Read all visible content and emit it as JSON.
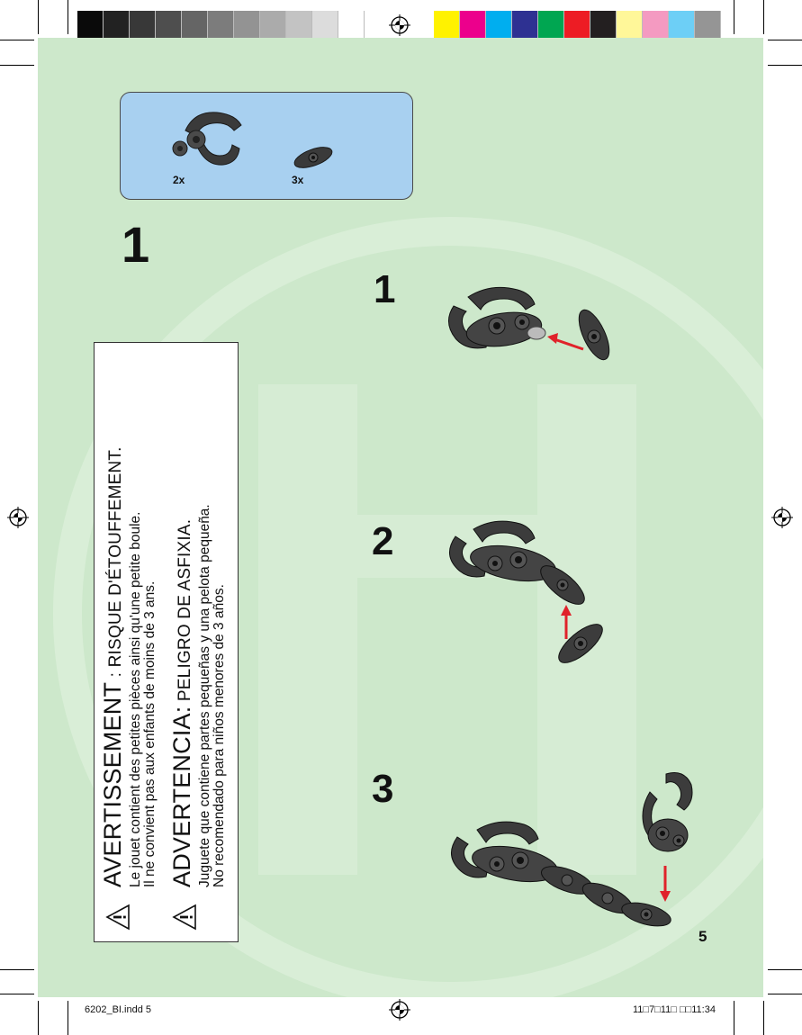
{
  "parts_box": {
    "quantities": [
      "2x",
      "3x"
    ]
  },
  "step_number": "1",
  "substeps": [
    "1",
    "2",
    "3"
  ],
  "warning": {
    "fr_heading": "AVERTISSEMENT",
    "fr_subheading": " : RISQUE D'ÉTOUFFEMENT.",
    "fr_line1": "Le jouet contient des petites pièces ainsi qu'une petite boule.",
    "fr_line2": "Il ne convient pas aux enfants de moins de 3 ans.",
    "es_heading": "ADVERTENCIA:",
    "es_subheading": " PELIGRO DE ASFIXIA.",
    "es_line1": "Juguete que contiene partes pequeñas y una pelota pequeña.",
    "es_line2": "No recomendado para niños menores de 3 años.",
    "icon": "warning-triangle-icon"
  },
  "page_number": "5",
  "footer": {
    "file_name": "6202_BI.indd  5",
    "timestamp": "11□7□11□  □□11:34"
  },
  "colors": {
    "background": "#cde8cb",
    "parts_box": "#a8d0f0",
    "arrow": "#e0222a",
    "part": "#3a3a3a",
    "grayscale_strip": [
      "#0a0a0a",
      "#222222",
      "#383838",
      "#4e4e4e",
      "#656565",
      "#7c7c7c",
      "#939393",
      "#ababab",
      "#c3c3c3",
      "#dcdcdc",
      "#ffffff"
    ],
    "color_strip": [
      "#fff200",
      "#ec008c",
      "#00aeef",
      "#2e3192",
      "#00a651",
      "#ed1c24",
      "#231f20",
      "#fff799",
      "#f49ac1",
      "#6dcff6",
      "#959595"
    ]
  }
}
